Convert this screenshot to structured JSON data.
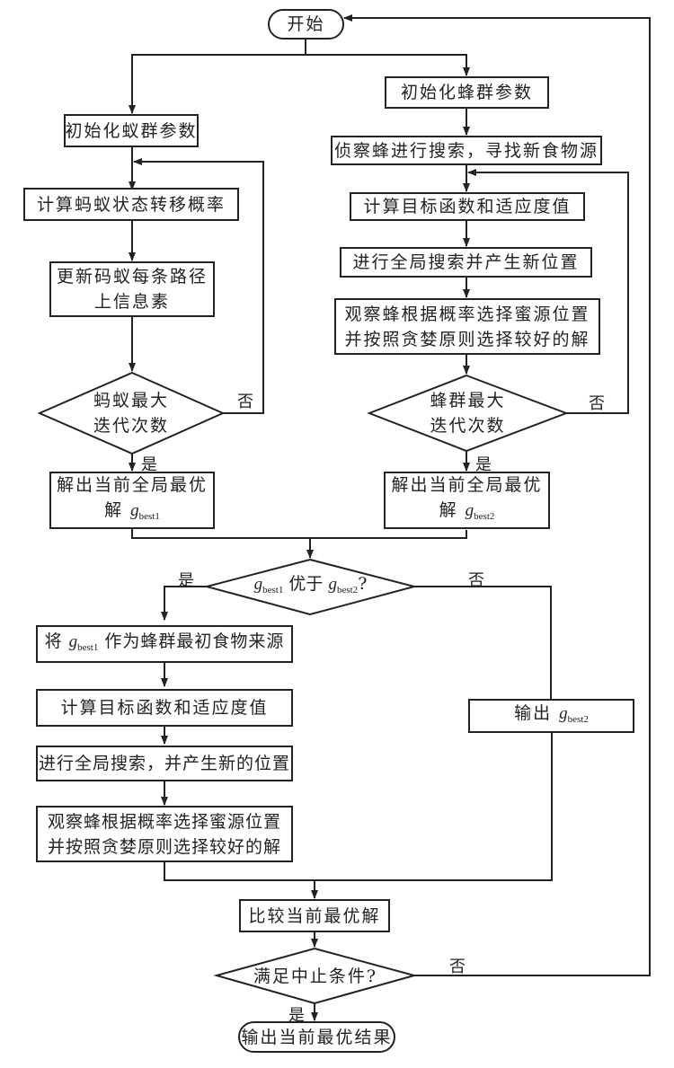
{
  "flowchart": {
    "start": "开始",
    "end": "输出当前最优结果",
    "ant_branch": {
      "init": "初始化蚁群参数",
      "transition": "计算蚂蚁状态转移概率",
      "update_line1": "更新码蚁每条路径",
      "update_line2": "上信息素",
      "decision_line1": "蚂蚁最大",
      "decision_line2": "迭代次数",
      "result_line1": "解出当前全局最优",
      "result_prefix": "解",
      "result_var": "g",
      "result_sub": "best1"
    },
    "bee_branch": {
      "init": "初始化蜂群参数",
      "scout": "侦察蜂进行搜索，寻找新食物源",
      "fitness": "计算目标函数和适应度值",
      "global_search": "进行全局搜索并产生新位置",
      "onlooker_line1": "观察蜂根据概率选择蜜源位置",
      "onlooker_line2": "并按照贪婪原则选择较好的解",
      "decision_line1": "蜂群最大",
      "decision_line2": "迭代次数",
      "result_line1": "解出当前全局最优",
      "result_prefix": "解",
      "result_var": "g",
      "result_sub": "best2"
    },
    "compare_decision": {
      "var1": "g",
      "sub1": "best1",
      "middle": "优于",
      "var2": "g",
      "sub2": "best2",
      "suffix": "?"
    },
    "hybrid": {
      "seed_prefix": "将",
      "seed_var": "g",
      "seed_sub": "best1",
      "seed_suffix": "作为蜂群最初食物来源",
      "fitness": "计算目标函数和适应度值",
      "global_search": "进行全局搜索，并产生新的位置",
      "onlooker_line1": "观察蜂根据概率选择蜜源位置",
      "onlooker_line2": "并按照贪婪原则选择较好的解"
    },
    "output_best2": {
      "prefix": "输出",
      "var": "g",
      "sub": "best2"
    },
    "compare_current": "比较当前最优解",
    "stop_decision": "满足中止条件?",
    "labels": {
      "yes": "是",
      "no": "否"
    }
  }
}
